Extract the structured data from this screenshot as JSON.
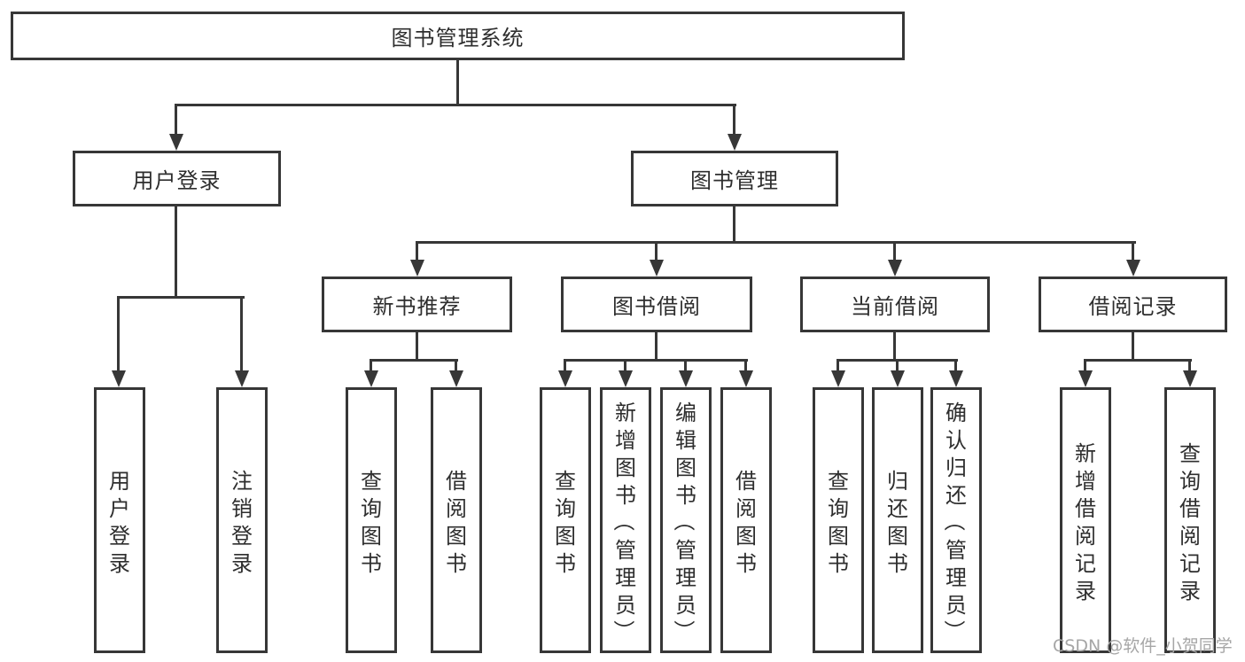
{
  "tree": {
    "label": "图书管理系统",
    "children": [
      {
        "label": "用户登录",
        "children": [
          {
            "label": "用户登录"
          },
          {
            "label": "注销登录"
          }
        ]
      },
      {
        "label": "图书管理",
        "children": [
          {
            "label": "新书推荐",
            "children": [
              {
                "label": "查询图书"
              },
              {
                "label": "借阅图书"
              }
            ]
          },
          {
            "label": "图书借阅",
            "children": [
              {
                "label": "查询图书"
              },
              {
                "label": "新增图书（管理员）"
              },
              {
                "label": "编辑图书（管理员）"
              },
              {
                "label": "借阅图书"
              }
            ]
          },
          {
            "label": "当前借阅",
            "children": [
              {
                "label": "查询图书"
              },
              {
                "label": "归还图书"
              },
              {
                "label": "确认归还（管理员）"
              }
            ]
          },
          {
            "label": "借阅记录",
            "children": [
              {
                "label": "新增借阅记录"
              },
              {
                "label": "查询借阅记录"
              }
            ]
          }
        ]
      }
    ]
  },
  "colors": {
    "line": "#373737",
    "text": "#2e2e2e",
    "watermark": "#a6a6a6",
    "background": "#ffffff"
  },
  "watermark": "CSDN @软件_小贺同学"
}
